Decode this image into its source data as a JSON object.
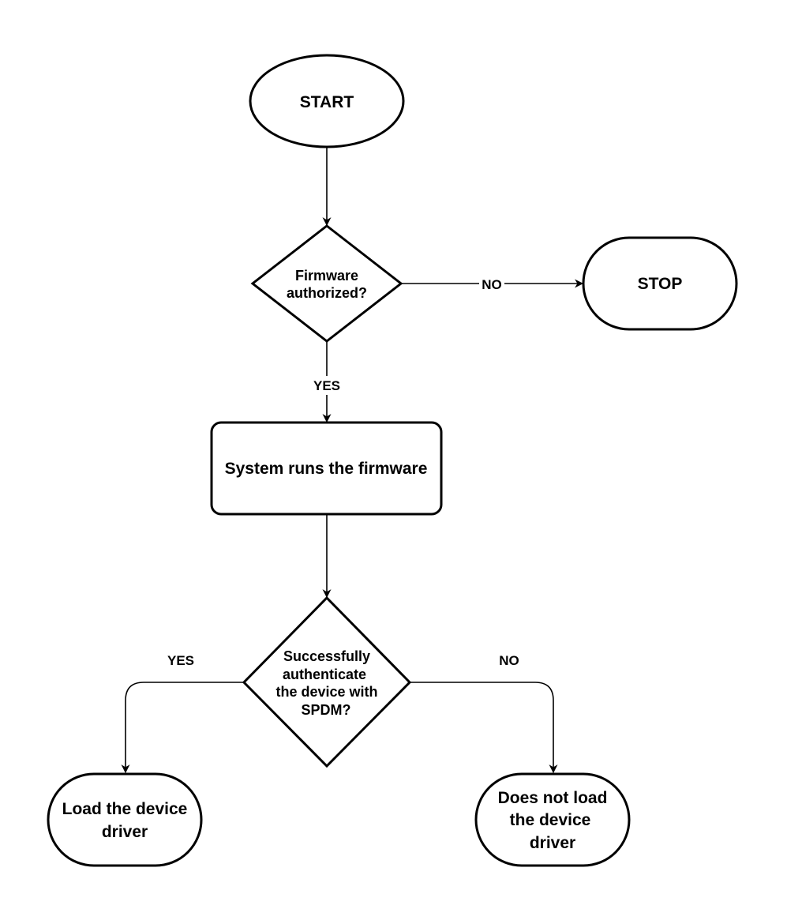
{
  "colors": {
    "stroke": "#000000",
    "fill": "#ffffff",
    "background": "#ffffff"
  },
  "nodes": {
    "start": {
      "label": "START",
      "shape": "ellipse"
    },
    "firmware_check": {
      "lines": [
        "Firmware",
        "authorized?"
      ],
      "shape": "diamond"
    },
    "stop": {
      "label": "STOP",
      "shape": "rounded-terminal"
    },
    "run_firmware": {
      "label": "System runs the firmware",
      "shape": "rounded-rect"
    },
    "spdm_check": {
      "lines": [
        "Successfully",
        "authenticate",
        "the device with",
        "SPDM?"
      ],
      "shape": "diamond"
    },
    "load_driver": {
      "lines": [
        "Load the device",
        "driver"
      ],
      "shape": "rounded-terminal"
    },
    "no_load_driver": {
      "lines": [
        "Does not load",
        "the device",
        "driver"
      ],
      "shape": "rounded-terminal"
    }
  },
  "edges": {
    "start_to_firmware": {
      "from": "start",
      "to": "firmware_check",
      "label": ""
    },
    "firmware_no": {
      "from": "firmware_check",
      "to": "stop",
      "label": "NO"
    },
    "firmware_yes": {
      "from": "firmware_check",
      "to": "run_firmware",
      "label": "YES"
    },
    "run_to_spdm": {
      "from": "run_firmware",
      "to": "spdm_check",
      "label": ""
    },
    "spdm_yes": {
      "from": "spdm_check",
      "to": "load_driver",
      "label": "YES"
    },
    "spdm_no": {
      "from": "spdm_check",
      "to": "no_load_driver",
      "label": "NO"
    }
  }
}
